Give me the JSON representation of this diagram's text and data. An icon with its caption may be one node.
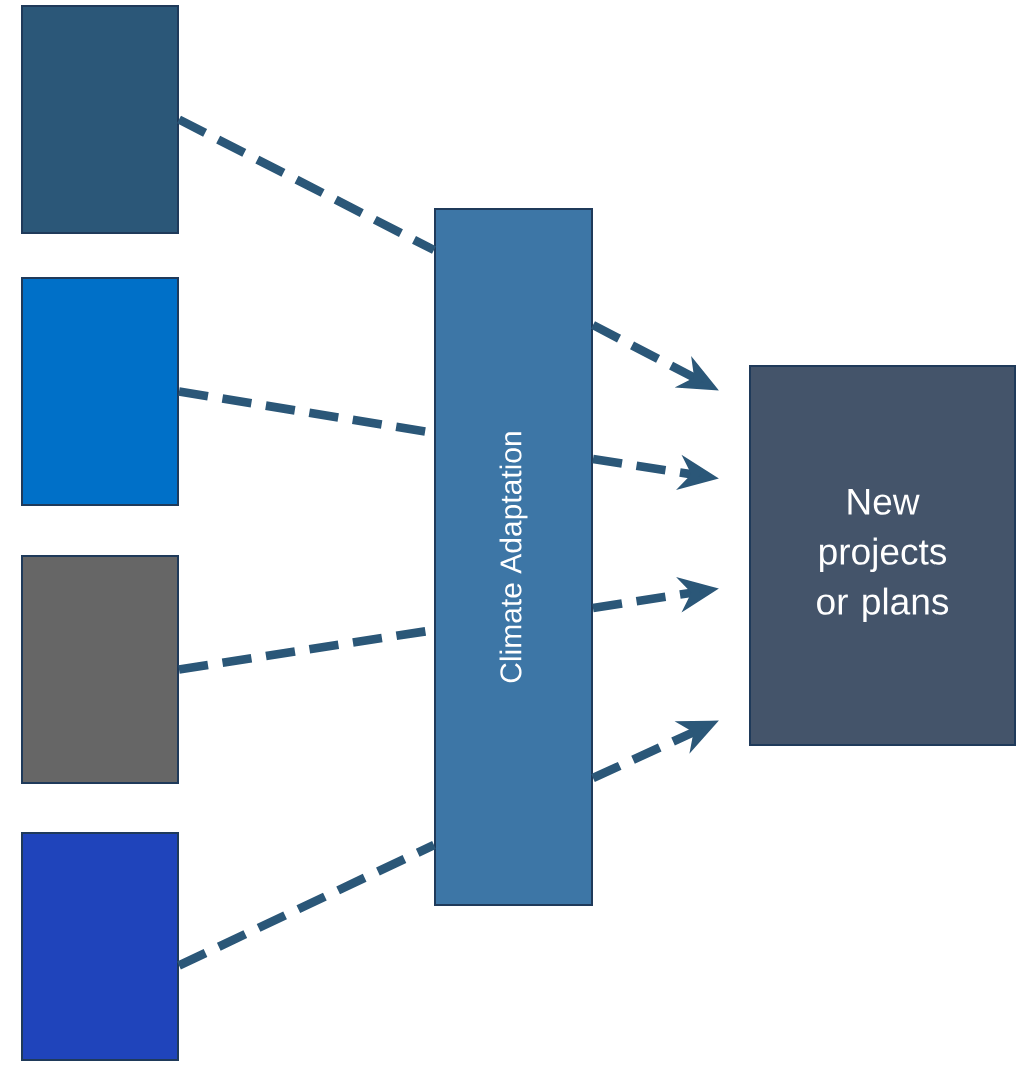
{
  "diagram": {
    "nodes": [
      {
        "text": [],
        "shape": "box"
      },
      {
        "text": [],
        "shape": "box"
      },
      {
        "text": [],
        "shape": "box"
      },
      {
        "text": [],
        "shape": "box"
      },
      {
        "text": [
          "Climate Adaptation"
        ]
      },
      {
        "text": [
          "New projects or plans"
        ]
      }
    ],
    "edges": [
      {
        "from": 0,
        "to": 4,
        "arrow": "none",
        "style": "dashed"
      },
      {
        "from": 1,
        "to": 4,
        "arrow": "none",
        "style": "dashed"
      },
      {
        "from": 2,
        "to": 4,
        "arrow": "none",
        "style": "dashed"
      },
      {
        "from": 3,
        "to": 4,
        "arrow": "none",
        "style": "dashed"
      },
      {
        "from": 4,
        "to": 5,
        "arrow": "to",
        "style": "dashed"
      },
      {
        "from": 4,
        "to": 5,
        "arrow": "to",
        "style": "dashed"
      },
      {
        "from": 4,
        "to": 5,
        "arrow": "to",
        "style": "dashed"
      },
      {
        "from": 4,
        "to": 5,
        "arrow": "to",
        "style": "dashed"
      }
    ]
  }
}
